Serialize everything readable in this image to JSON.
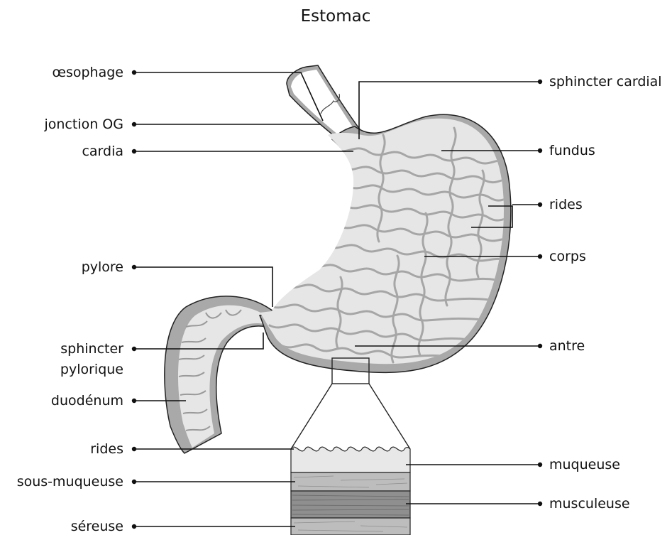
{
  "title": "Estomac",
  "labels": {
    "oesophage": "œsophage",
    "jonction_og": "jonction OG",
    "cardia": "cardia",
    "pylore": "pylore",
    "sphincter_pylorique_1": "sphincter",
    "sphincter_pylorique_2": "pylorique",
    "duodenum": "duodénum",
    "rides_left": "rides",
    "sous_muqueuse": "sous-muqueuse",
    "sereuse": "séreuse",
    "sphincter_cardial": "sphincter cardial",
    "fundus": "fundus",
    "rides_right": "rides",
    "corps": "corps",
    "antre": "antre",
    "muqueuse": "muqueuse",
    "musculeuse": "musculeuse"
  },
  "colors": {
    "outer_wall": "#a9a9a9",
    "interior": "#e6e6e6",
    "folds": "#a6a6a6",
    "line": "#111111"
  }
}
